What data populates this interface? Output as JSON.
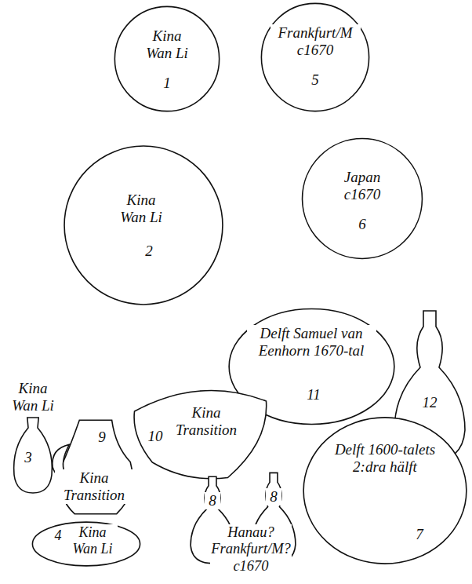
{
  "diagram": {
    "nodes": [
      {
        "text": [
          "Kina Wan Li",
          "1"
        ]
      },
      {
        "text": [
          "Frankfurt/M c1670",
          "5"
        ]
      },
      {
        "text": [
          "Kina Wan Li",
          "2"
        ]
      },
      {
        "text": [
          "Japan c1670",
          "6"
        ]
      },
      {
        "text": [
          "Kina Wan Li",
          "3"
        ]
      },
      {
        "text": [
          "9",
          "Kina Transition"
        ]
      },
      {
        "text": [
          "Kina Transition",
          "10"
        ]
      },
      {
        "text": [
          "Delft Samuel van Eenhorn 1670-tal",
          "11"
        ]
      },
      {
        "text": [
          "12"
        ]
      },
      {
        "text": [
          "Delft 1600-talets 2:dra hälft",
          "7"
        ]
      },
      {
        "text": [
          "4",
          "Kina Wan Li"
        ]
      },
      {
        "text": [
          "8"
        ]
      },
      {
        "text": [
          "8"
        ]
      }
    ],
    "labels": [
      "Hanau? Frankfurt/M? c1670"
    ]
  }
}
